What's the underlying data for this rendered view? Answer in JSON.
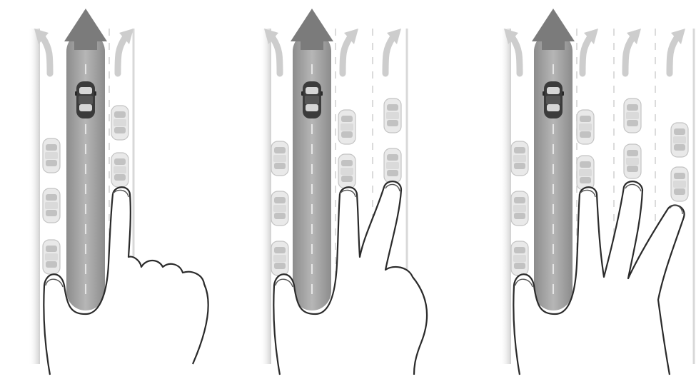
{
  "figure": {
    "panels": [
      {
        "fingers": 1,
        "side_lanes": 1
      },
      {
        "fingers": 2,
        "side_lanes": 2
      },
      {
        "fingers": 3,
        "side_lanes": 3
      }
    ],
    "colors": {
      "background": "#ffffff",
      "ego_lane": "#9a9a9a",
      "ego_arrow": "#7b7b7b",
      "side_arrow": "#c9c9c9",
      "lane_edge": "#d8d8d8",
      "dash": "#bdbdbd",
      "ego_car": "#3b3b3b",
      "other_car": "#e2e2e2",
      "hand_outline": "#2a2a2a"
    },
    "icons": [
      "ego-car-icon",
      "parked-car-icon",
      "lane-change-arrow-icon",
      "forward-arrow-icon",
      "hand-gesture-icon"
    ]
  }
}
